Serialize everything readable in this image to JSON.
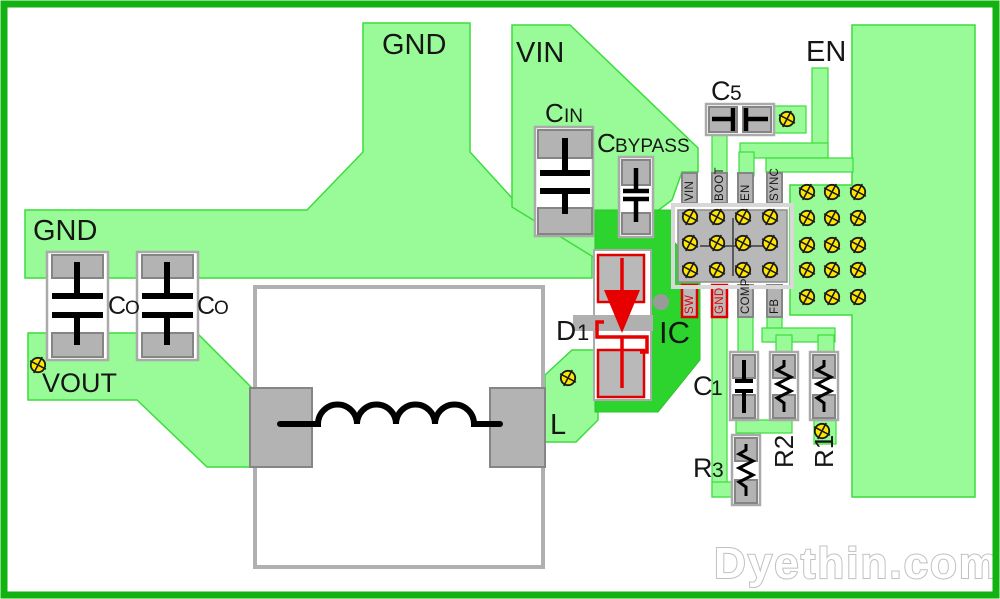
{
  "figure": {
    "type": "pcb-layout-diagram",
    "watermark": "Dyethin.com"
  },
  "colors": {
    "board_border_green": "#12b212",
    "copper_pour_light_green": "#98fb98",
    "copper_bright_green": "#2ed42e",
    "pad_gray": "#b3b3b3",
    "via_yellow": "#ffe600",
    "diode_red": "#e60000"
  },
  "labels": {
    "gnd_top": "GND",
    "gnd_left": "GND",
    "vin": "VIN",
    "en": "EN",
    "vout": "VOUT",
    "ic": "IC",
    "l": "L",
    "r2": "R2",
    "r1": "R1",
    "c5": {
      "main": "C",
      "sub": "5"
    },
    "cin": {
      "main": "C",
      "sub": "IN"
    },
    "cbypass": {
      "main": "C",
      "sub": "BYPASS"
    },
    "co_left": {
      "main": "C",
      "sub": "O"
    },
    "co_right": {
      "main": "C",
      "sub": "O"
    },
    "d1": {
      "main": "D",
      "sub": "1"
    },
    "c1": {
      "main": "C",
      "sub": "1"
    },
    "r3": {
      "main": "R",
      "sub": "3"
    }
  },
  "ic_pins": {
    "top": [
      "VIN",
      "BOOT",
      "EN",
      "SYNC"
    ],
    "bottom": [
      "SW",
      "GND",
      "COMP",
      "FB"
    ]
  }
}
